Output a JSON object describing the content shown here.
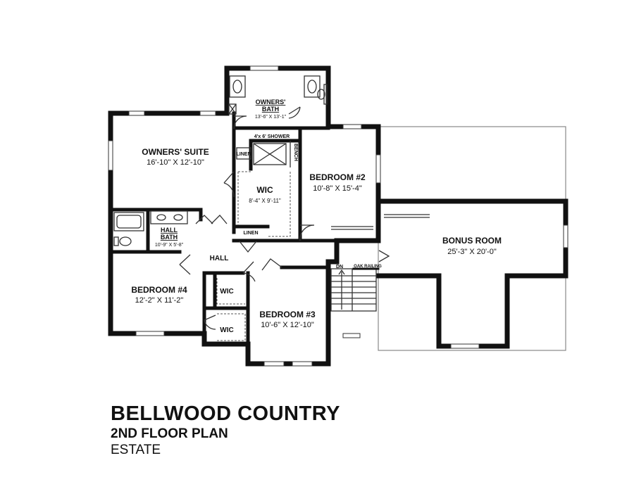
{
  "rooms": {
    "owners_suite": {
      "name": "OWNERS' SUITE",
      "dims": "16'-10\" X 12'-10\""
    },
    "owners_bath": {
      "name_line1": "OWNERS'",
      "name_line2": "BATH",
      "dims": "13'-6\" X 13'-1\""
    },
    "shower": {
      "name": "4'x 6' SHOWER"
    },
    "bench": {
      "name": "BENCH"
    },
    "linen_upper": {
      "name": "LINEN"
    },
    "linen_lower": {
      "name": "LINEN"
    },
    "wic_owners": {
      "name": "WIC",
      "dims": "8'-4\" X 9'-11\""
    },
    "bedroom2": {
      "name": "BEDROOM #2",
      "dims": "10'-8\" X 15'-4\""
    },
    "hall_bath": {
      "name_line1": "HALL",
      "name_line2": "BATH",
      "dims": "10'-9\" X 5'-8\""
    },
    "hall": {
      "name": "HALL"
    },
    "bonus_room": {
      "name": "BONUS ROOM",
      "dims": "25'-3\" X 20'-0\""
    },
    "bedroom4": {
      "name": "BEDROOM #4",
      "dims": "12'-2\" X 11'-2\""
    },
    "wic_bed4": {
      "name": "WIC"
    },
    "wic_bed3": {
      "name": "WIC"
    },
    "bedroom3": {
      "name": "BEDROOM #3",
      "dims": "10'-6\" X 12'-10\""
    }
  },
  "stair": {
    "down_label": "DN",
    "railing_label": "OAK RAILING"
  },
  "title_block": {
    "name": "BELLWOOD COUNTRY",
    "floor": "2ND FLOOR PLAN",
    "series": "ESTATE"
  }
}
